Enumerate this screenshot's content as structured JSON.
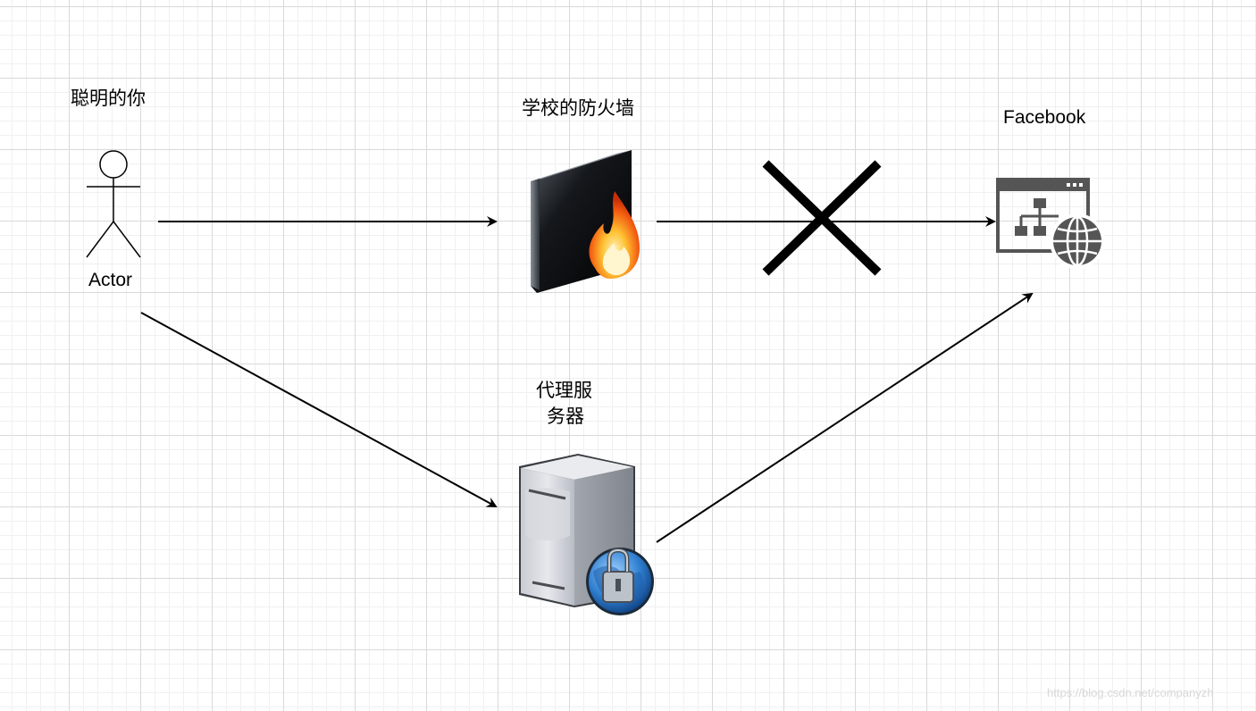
{
  "nodes": {
    "user": {
      "title": "聪明的你",
      "subtitle": "Actor"
    },
    "firewall": {
      "title": "学校的防火墙"
    },
    "facebook": {
      "title": "Facebook"
    },
    "proxy": {
      "title_line1": "代理服",
      "title_line2": "务器"
    }
  },
  "edges": [
    {
      "from": "user",
      "to": "firewall",
      "blocked": false
    },
    {
      "from": "firewall",
      "to": "facebook",
      "blocked": true
    },
    {
      "from": "user",
      "to": "proxy",
      "blocked": false
    },
    {
      "from": "proxy",
      "to": "facebook",
      "blocked": false
    }
  ],
  "icons": {
    "user": "stick-figure-icon",
    "firewall": "firewall-icon",
    "facebook": "website-sitemap-globe-icon",
    "proxy": "secure-server-icon",
    "block": "cross-mark-icon"
  },
  "colors": {
    "line": "#000000",
    "grid_major": "#d9d9d9",
    "grid_minor": "#f0f0f0"
  },
  "watermark": "https://blog.csdn.net/companyzh"
}
